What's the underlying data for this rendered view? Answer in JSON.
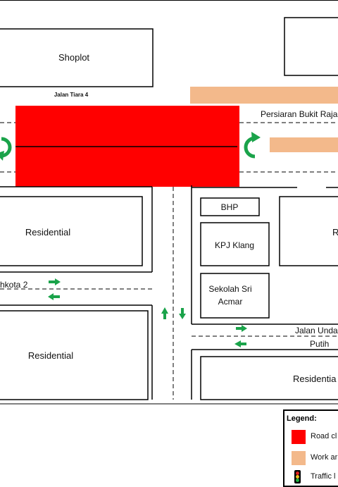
{
  "labels": {
    "shoplot": "Shoplot",
    "jalan_tiara_4": "Jalan Tiara 4",
    "persiaran": "Persiaran Bukit Raja",
    "residential_top_left": "Residential",
    "residential_bottom_left": "Residential",
    "residential_right_mid": "R",
    "residential_bottom_right": "Residentia",
    "bhp": "BHP",
    "kpj_klang": "KPJ Klang",
    "sekolah_line1": "Sekolah Sri",
    "sekolah_line2": "Acmar",
    "mahkota_road": "hkota 2",
    "jalan_unda_line1": "Jalan Unda",
    "jalan_unda_line2": "Putih"
  },
  "legend": {
    "title": "Legend:",
    "items": [
      {
        "label": "Road cl",
        "color": "#ff0000",
        "icon": "red-square"
      },
      {
        "label": "Work ar",
        "color": "#f3b98b",
        "icon": "orange-square"
      },
      {
        "label": "Traffic l",
        "color": "#000000",
        "icon": "traffic-light-icon"
      }
    ]
  },
  "colors": {
    "road_closure": "#ff0000",
    "work_area": "#f3b98b",
    "arrow": "#1aa34a"
  }
}
